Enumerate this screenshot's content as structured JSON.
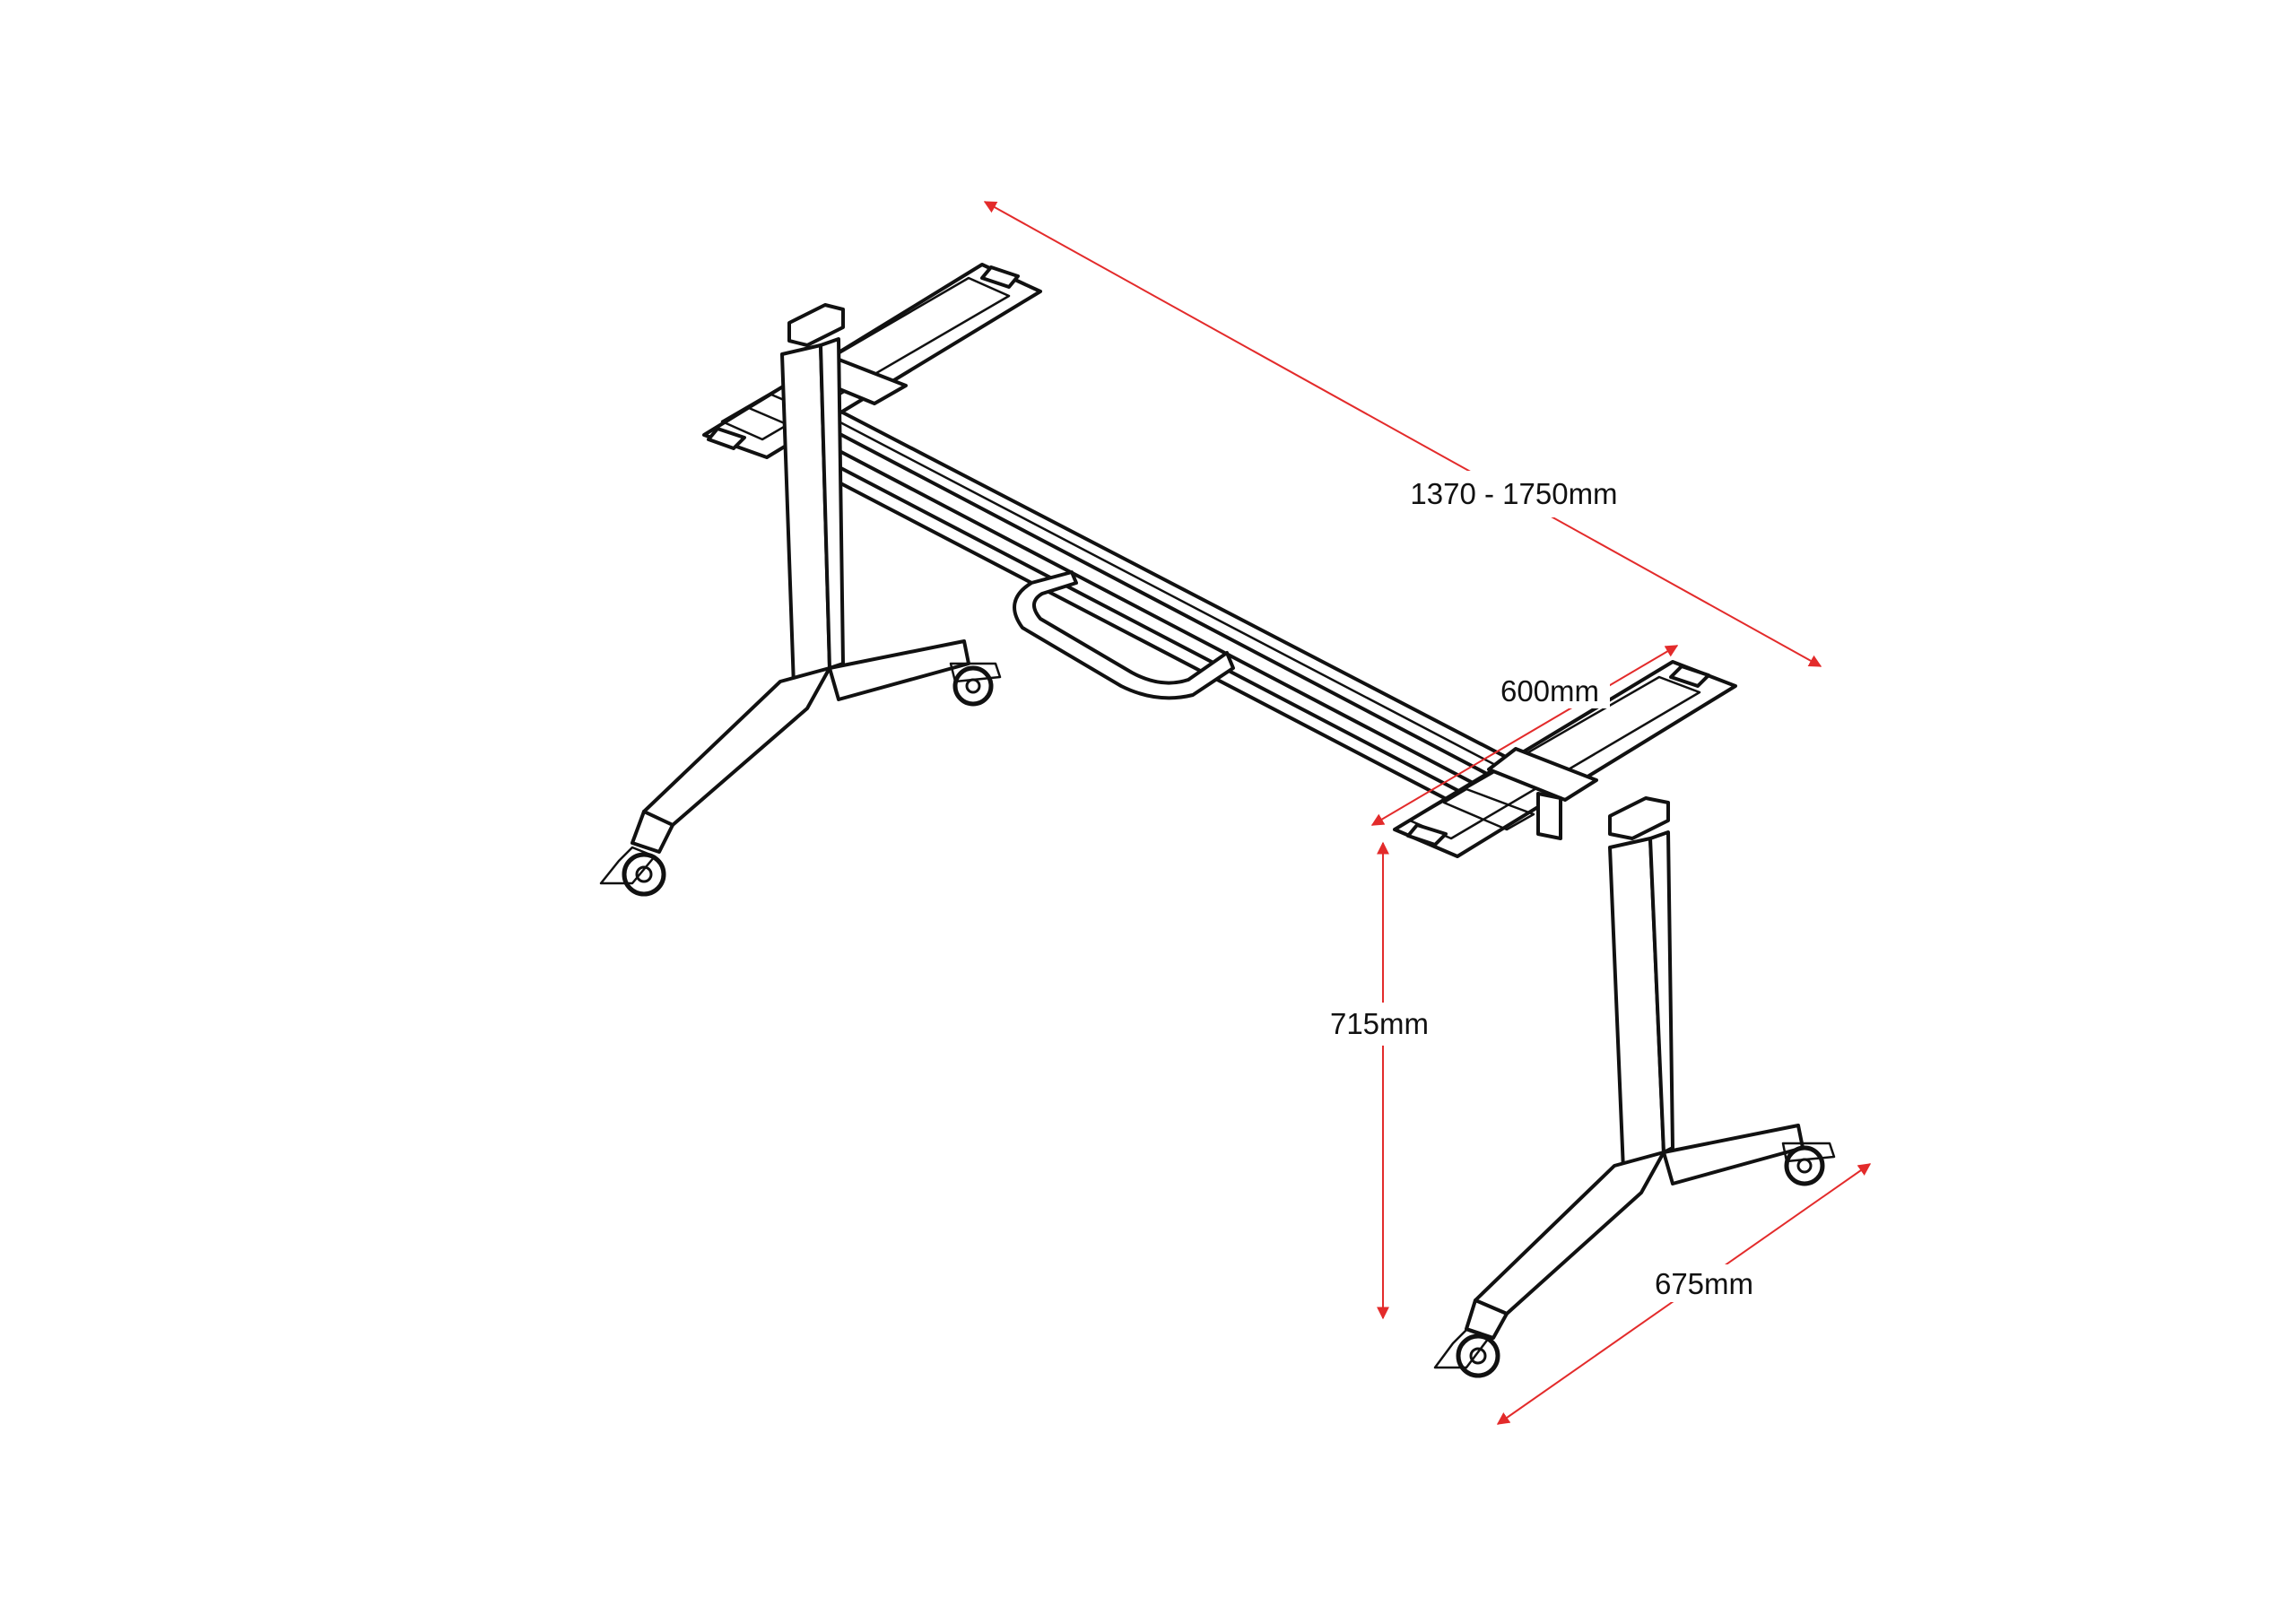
{
  "diagram": {
    "line_color": "#111111",
    "dimension_color": "#e32b2b",
    "background": "#ffffff",
    "dimensions": {
      "length": "1370 - 1750mm",
      "depth": "600mm",
      "height": "715mm",
      "foot_span": "675mm"
    }
  }
}
